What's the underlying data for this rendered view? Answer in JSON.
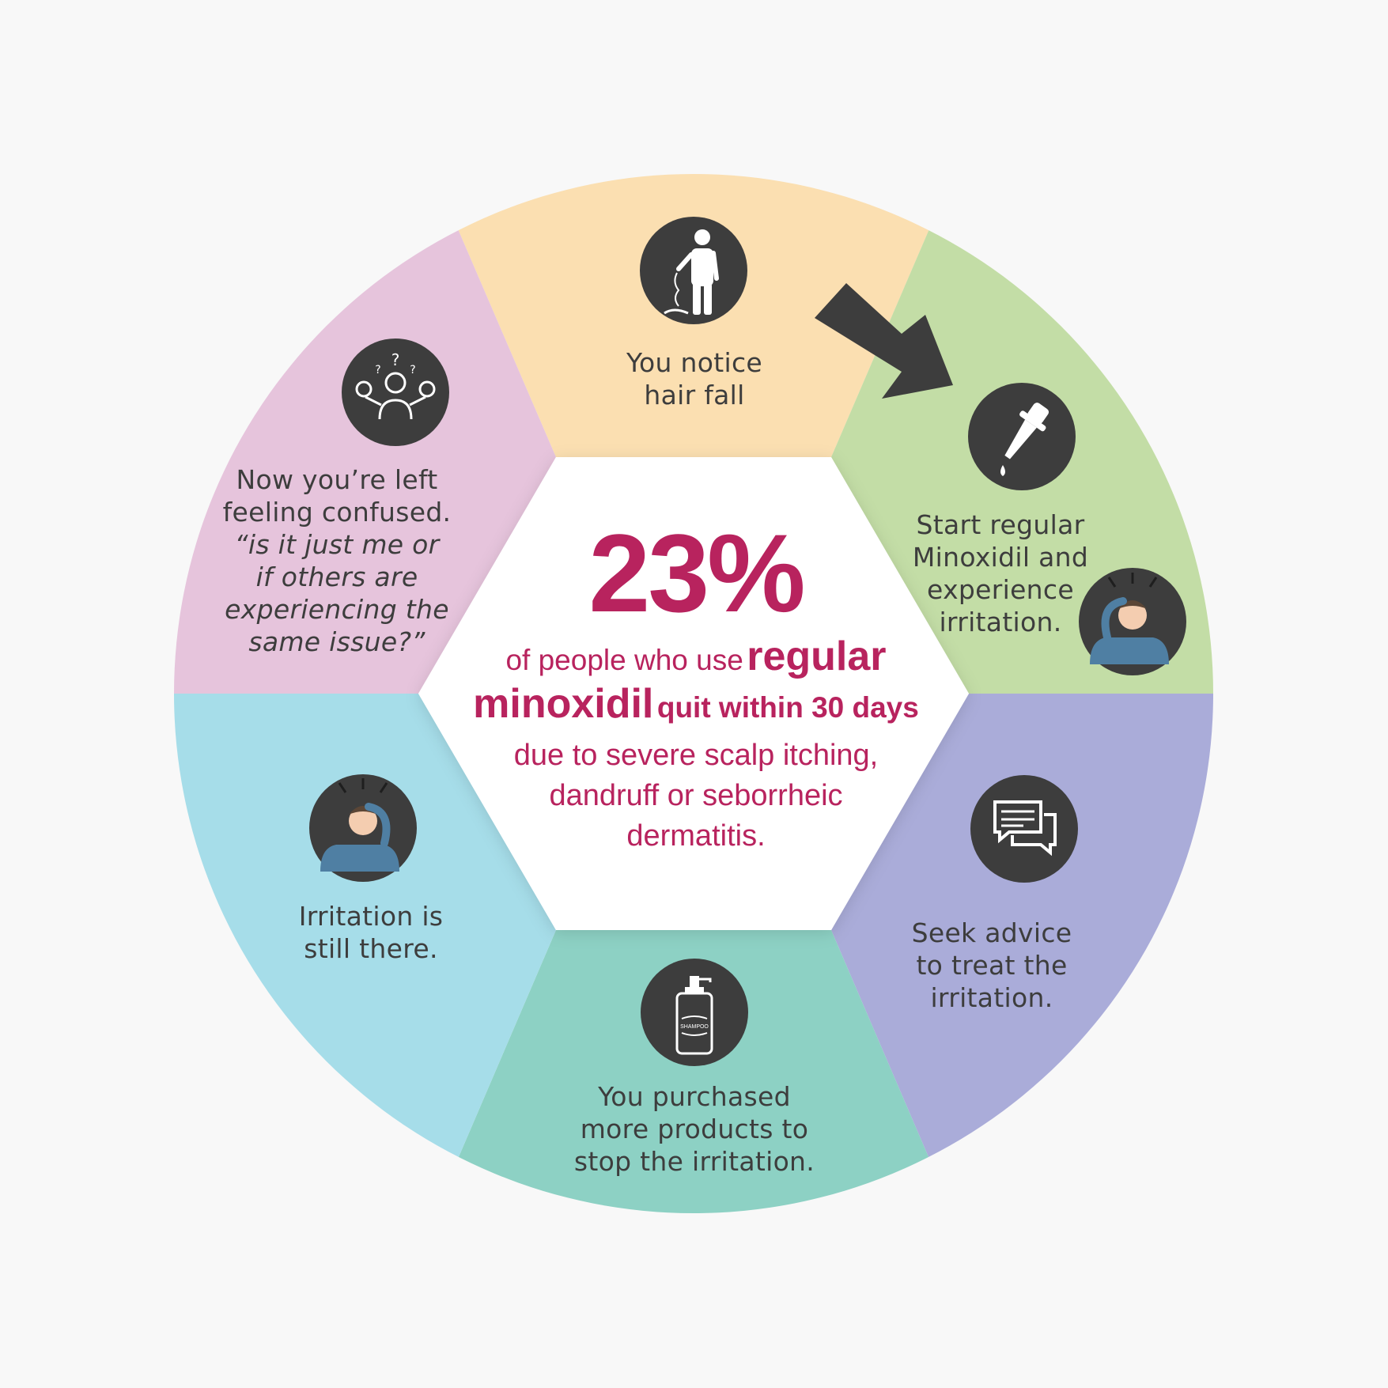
{
  "colors": {
    "background": "#f8f8f8",
    "center": "#ffffff",
    "icon_circle": "#3d3d3d",
    "accent_text": "#b8235e",
    "segments": {
      "top": "#fbdfb1",
      "upper_right": "#c3dda6",
      "lower_right": "#aaacd9",
      "bottom": "#8dd1c4",
      "lower_left": "#a6dde9",
      "upper_left": "#e6c4dc"
    }
  },
  "center": {
    "percent": "23%",
    "line1_small": "of people who use",
    "line1_bold": "regular",
    "line2_bold": "minoxidil",
    "line2_mid": "quit within 30 days",
    "caption": [
      "due to severe scalp itching,",
      "dandruff or seborrheic",
      "dermatitis."
    ]
  },
  "steps": {
    "top": {
      "icon": "hair-loss-person-icon",
      "lines": [
        "You notice",
        "hair fall"
      ]
    },
    "upper_right": {
      "icon": "dropper-icon",
      "secondary_icon": "stressed-person-icon",
      "lines": [
        "Start regular",
        "Minoxidil and",
        "experience",
        "irritation."
      ]
    },
    "lower_right": {
      "icon": "chat-bubbles-icon",
      "lines": [
        "Seek advice",
        "to treat the",
        "irritation."
      ]
    },
    "bottom": {
      "icon": "shampoo-bottle-icon",
      "bottle_text": "SHAMPOO",
      "lines": [
        "You purchased",
        "more products to",
        "stop the irritation."
      ]
    },
    "lower_left": {
      "icon": "stressed-person-icon",
      "lines": [
        "Irritation is",
        "still there."
      ]
    },
    "upper_left": {
      "icon": "confused-person-icon",
      "lines": [
        "Now you’re left",
        "feeling confused."
      ],
      "italic_lines": [
        "“is it just me or",
        "if others are",
        "experiencing the",
        "same issue?”"
      ]
    }
  }
}
